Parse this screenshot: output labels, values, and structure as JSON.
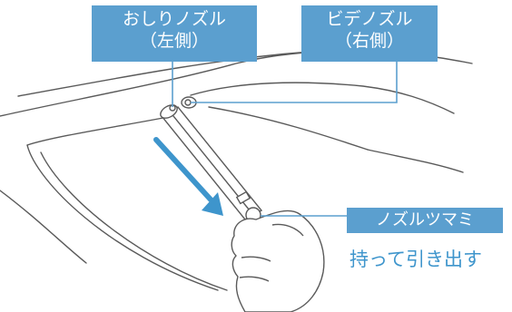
{
  "labels": {
    "oshiri_nozzle": {
      "line1": "おしりノズル",
      "line2": "（左側）"
    },
    "bidet_nozzle": {
      "line1": "ビデノズル",
      "line2": "（右側）"
    },
    "nozzle_knob": "ノズルツマミ"
  },
  "instruction": "持って引き出す",
  "colors": {
    "label_fill": "#5b9fcf",
    "label_text": "#ffffff",
    "arrow": "#3e95cc",
    "instruction_text": "#3e95cc",
    "line_art": "#5a5a5a"
  }
}
